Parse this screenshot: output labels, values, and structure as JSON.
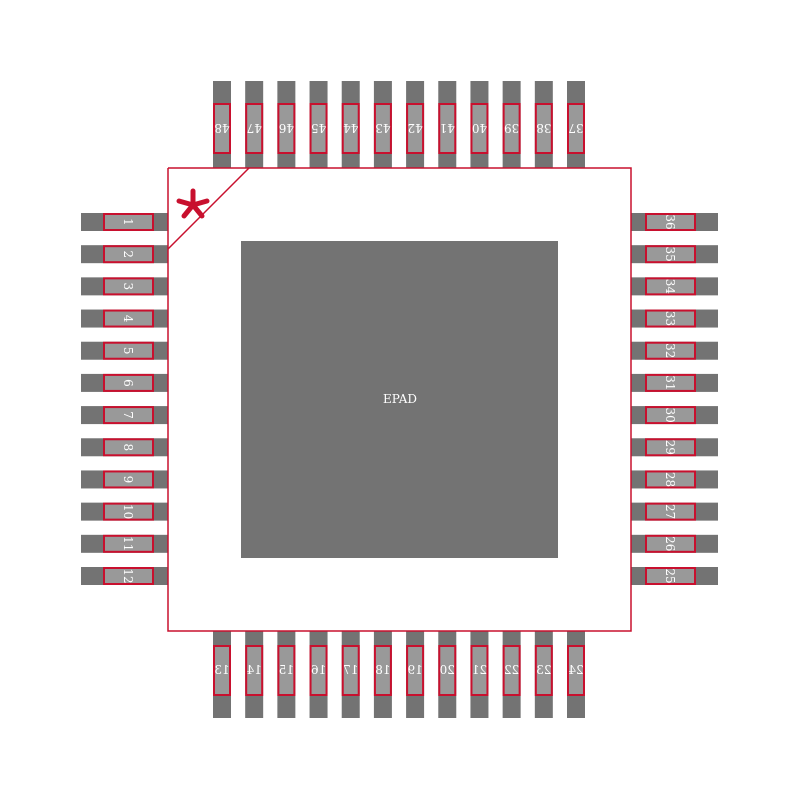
{
  "footprint": {
    "pins_left": [
      "1",
      "2",
      "3",
      "4",
      "5",
      "6",
      "7",
      "8",
      "9",
      "10",
      "11",
      "12"
    ],
    "pins_bottom": [
      "13",
      "14",
      "15",
      "16",
      "17",
      "18",
      "19",
      "20",
      "21",
      "22",
      "23",
      "24"
    ],
    "pins_right": [
      "25",
      "26",
      "27",
      "28",
      "29",
      "30",
      "31",
      "32",
      "33",
      "34",
      "35",
      "36"
    ],
    "pins_top": [
      "37",
      "38",
      "39",
      "40",
      "41",
      "42",
      "43",
      "44",
      "45",
      "46",
      "47",
      "48"
    ],
    "epad_label": "EPAD",
    "pin1_marker": "*"
  },
  "colors": {
    "pad": "#737373",
    "pad_inner": "#999999",
    "outline": "#c8102e"
  }
}
